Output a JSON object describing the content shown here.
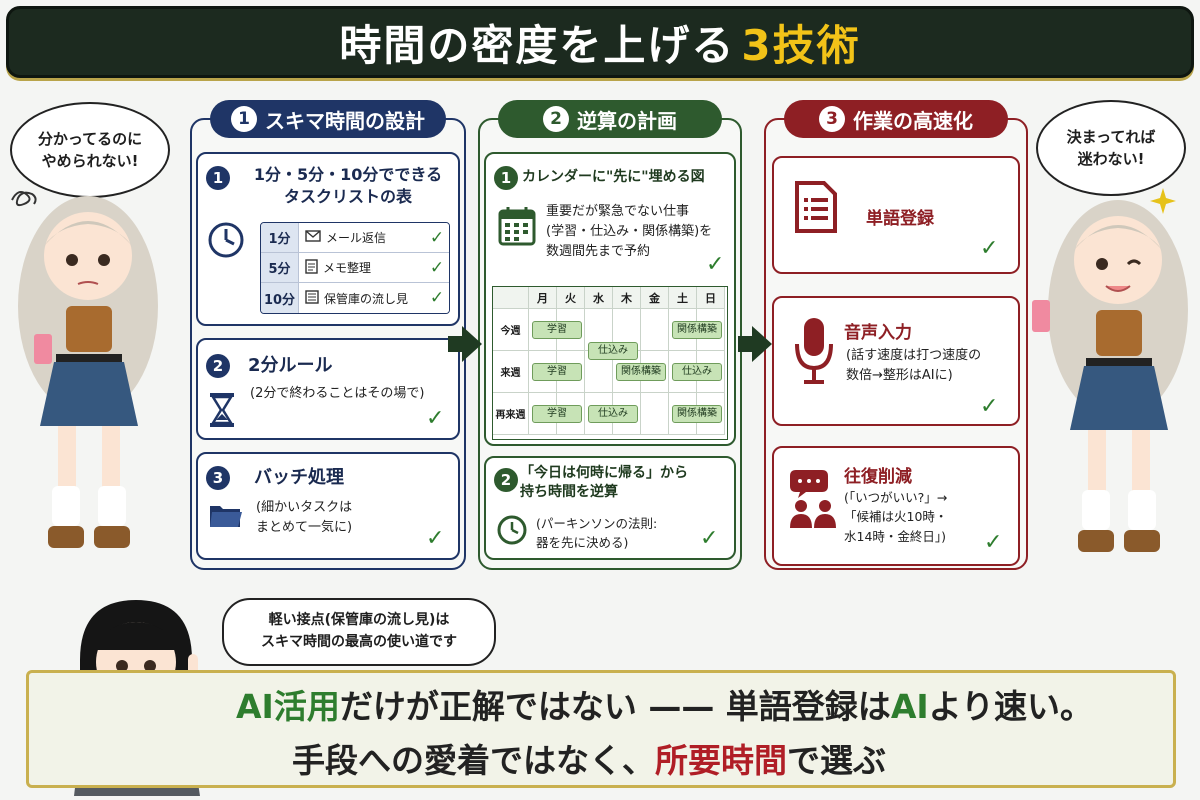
{
  "title": {
    "main": "時間の密度を上げる",
    "accent": "3技術"
  },
  "columns": [
    {
      "num": "1",
      "heading": "スキマ時間の設計"
    },
    {
      "num": "2",
      "heading": "逆算の計画"
    },
    {
      "num": "3",
      "heading": "作業の高速化"
    }
  ],
  "col1": {
    "card1": {
      "num": "1",
      "title_l1": "1分・5分・10分でできる",
      "title_l2": "タスクリストの表",
      "rows": [
        {
          "min": "1分",
          "icon": "mail-icon",
          "task": "メール返信",
          "check": "✓"
        },
        {
          "min": "5分",
          "icon": "memo-icon",
          "task": "メモ整理",
          "check": "✓"
        },
        {
          "min": "10分",
          "icon": "list-icon",
          "task": "保管庫の流し見",
          "check": "✓"
        }
      ]
    },
    "card2": {
      "num": "2",
      "title": "2分ルール",
      "sub": "(2分で終わることはその場で)",
      "check": "✓"
    },
    "card3": {
      "num": "3",
      "title": "バッチ処理",
      "sub_l1": "(細かいタスクは",
      "sub_l2": "まとめて一気に)",
      "check": "✓"
    }
  },
  "col2": {
    "card1": {
      "num": "1",
      "title": "カレンダーに\"先に\"埋める図",
      "desc_l1": "重要だが緊急でない仕事",
      "desc_l2": "(学習・仕込み・関係構築)を",
      "desc_l3": "数週間先まで予約",
      "check": "✓",
      "days": [
        "月",
        "火",
        "水",
        "木",
        "金",
        "土",
        "日"
      ],
      "weeks": [
        "今週",
        "来週",
        "再来週"
      ],
      "tasks": [
        {
          "label": "学習",
          "week": 0,
          "day": 0,
          "span": 2
        },
        {
          "label": "関係構築",
          "week": 0,
          "day": 5,
          "span": 2
        },
        {
          "label": "仕込み",
          "week": 0.5,
          "day": 2,
          "span": 2
        },
        {
          "label": "学習",
          "week": 1,
          "day": 0,
          "span": 2
        },
        {
          "label": "関係構築",
          "week": 1,
          "day": 3,
          "span": 2
        },
        {
          "label": "仕込み",
          "week": 1,
          "day": 5,
          "span": 2
        },
        {
          "label": "学習",
          "week": 2,
          "day": 0,
          "span": 2
        },
        {
          "label": "仕込み",
          "week": 2,
          "day": 2,
          "span": 2
        },
        {
          "label": "関係構築",
          "week": 2,
          "day": 5,
          "span": 2
        }
      ]
    },
    "card2": {
      "num": "2",
      "title_l1": "「今日は何時に帰る」から",
      "title_l2": "持ち時間を逆算",
      "sub_l1": "(パーキンソンの法則:",
      "sub_l2": "器を先に決める)",
      "check": "✓"
    }
  },
  "col3": {
    "card1": {
      "title": "単語登録",
      "check": "✓"
    },
    "card2": {
      "title": "音声入力",
      "sub_l1": "(話す速度は打つ速度の",
      "sub_l2": "数倍→整形はAIに)",
      "check": "✓"
    },
    "card3": {
      "title": "往復削減",
      "sub_l1": "(「いつがいい?」→",
      "sub_l2": "「候補は火10時・",
      "sub_l3": "水14時・金終日」)",
      "check": "✓"
    }
  },
  "bubbles": {
    "left": {
      "l1": "分かってるのに",
      "l2": "やめられない!"
    },
    "right": {
      "l1": "決まってれば",
      "l2": "迷わない!"
    },
    "bottom": {
      "l1": "軽い接点(保管庫の流し見)は",
      "l2": "スキマ時間の最高の使い道です"
    }
  },
  "bottom": {
    "l1_a": "AI活用",
    "l1_b": "だけが正解ではない —— 単語登録は",
    "l1_c": "AI",
    "l1_d": "より速い。",
    "l2_a": "手段への愛着ではなく、",
    "l2_b": "所要時間",
    "l2_c": "で選ぶ"
  },
  "colors": {
    "navy": "#1f3566",
    "green": "#2e5a2e",
    "red": "#8e1f24",
    "gold": "#f2c318"
  }
}
